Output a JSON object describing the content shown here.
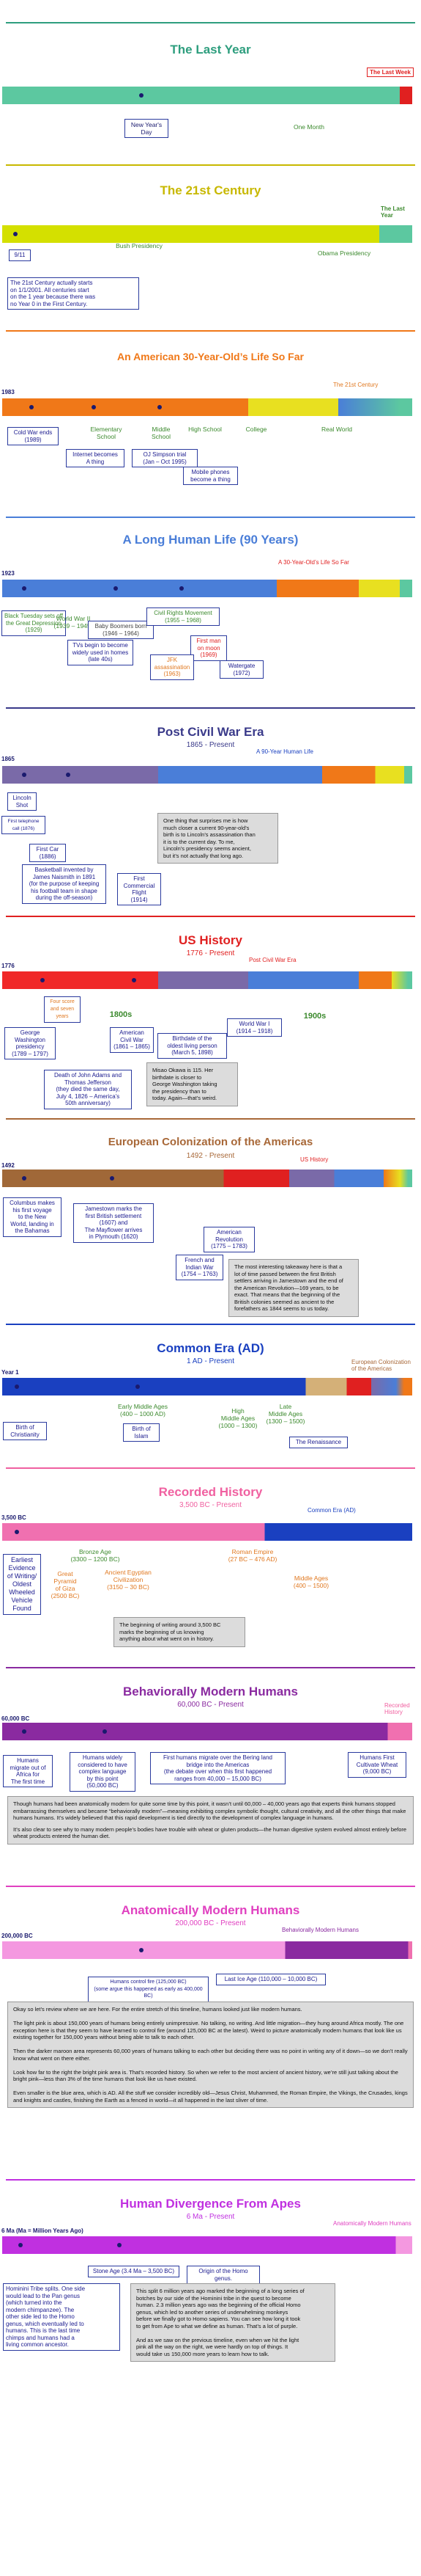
{
  "s1": {
    "title": "The Last Year",
    "tag": "The Last Week",
    "lbl_ny": "New Year's\nDay",
    "lbl_month": "One Month",
    "color": "#2e9e7e"
  },
  "s2": {
    "title": "The 21st Century",
    "tag": "The Last\nYear",
    "bush": "Bush Presidency",
    "obama": "Obama Presidency",
    "lbl_911": "9/11",
    "note": "The 21st Century actually starts\non 1/1/2001. All centuries start\non the 1 year because there was\nno Year 0 in the First Century.",
    "color": "#c8b800"
  },
  "s3": {
    "title": "An American 30-Year-Old’s Life So Far",
    "year": "1983",
    "tag": "The 21st Century",
    "cold": "Cold War ends\n(1989)",
    "internet": "Internet becomes\nA thing",
    "elem": "Elementary\nSchool",
    "middle": "Middle\nSchool",
    "high": "High School",
    "college": "College",
    "real": "Real World",
    "oj": "OJ Simpson trial\n(Jan – Oct 1995)",
    "mobile": "Mobile phones\nbecome a thing",
    "color": "#f07818"
  },
  "s4": {
    "title": "A Long Human Life (90 Years)",
    "year": "1923",
    "tag": "A 30-Year-Old’s Life So Far",
    "bt": "Black Tuesday sets off\nthe Great Depression\n(1929)",
    "ww2": "World War II\n(1939 – 1945)",
    "boomers": "Baby Boomers born\n(1946 – 1964)",
    "tvs": "TVs begin to become\nwidely used in homes\n(late 40s)",
    "crm": "Civil Rights Movement\n(1955 – 1968)",
    "moon": "First man\non moon\n(1969)",
    "jfk": "JFK\nassassination\n(1963)",
    "watergate": "Watergate\n(1972)",
    "color": "#4a7ed8"
  },
  "s5": {
    "title": "Post Civil War Era",
    "sub": "1865 - Present",
    "year": "1865",
    "tag": "A 90-Year Human Life",
    "lincoln": "Lincoln\nShot",
    "phone": "First telephone\ncall (1876)",
    "car": "First Car\n(1886)",
    "bball": "Basketball invented by\nJames Naismith in 1891\n(for the purpose of keeping\nhis football team in shape\nduring the off-season)",
    "comm": "First\nCommercial\nFlight\n(1914)",
    "note": "One thing that surprises me is how\nmuch closer a current 90-year-old’s\nbirth is to Lincoln’s assassination than\nit is to the current day. To me,\nLincoln’s presidency seems ancient,\nbut it’s not actually that long ago.",
    "color": "#3a3a8a"
  },
  "s6": {
    "title": "US History",
    "sub": "1776 - Present",
    "year": "1776",
    "tag": "Post Civil War Era",
    "lbl_four": "Four score\nand seven\nyears",
    "d1800": "1800s",
    "d1900": "1900s",
    "gw": "George\nWashington\npresidency\n(1789 – 1797)",
    "cw": "American\nCivil War\n(1861 – 1865)",
    "bday": "Birthdate of the\noldest living person\n(March 5, 1898)",
    "ww1": "World War I\n(1914 – 1918)",
    "adams": "Death of John Adams and\nThomas Jefferson\n(they died the same day,\nJuly 4, 1826 – America’s\n50th anniversary)",
    "note": "Misao Okawa is 115. Her\nbirthdate is closer to\nGeorge Washington taking\nthe presidency than to\ntoday. Again—that’s weird.",
    "color": "#e02020"
  },
  "s7": {
    "title": "European Colonization of the Americas",
    "sub": "1492 - Present",
    "year": "1492",
    "tag": "US History",
    "columbus": "Columbus makes\nhis first voyage\nto the New\nWorld, landing in\nthe Bahamas",
    "jamestown": "Jamestown marks the\nfirst British settlement\n(1607) and\nThe Mayflower arrives\nin Plymouth (1620)",
    "fiw": "French and\nIndian War\n(1754 – 1763)",
    "rev": "American\nRevolution\n(1775 – 1783)",
    "note": "The most interesting takeaway here is that a\nlot of time passed between the first British\nsettlers arriving in Jamestown and the end of\nthe American Revolution—169 years, to be\nexact. That means that the beginning of the\nBritish colonies seemed as ancient to the\nforefathers as 1844 seems to us today.",
    "color": "#a86838"
  },
  "s8": {
    "title": "Common Era (AD)",
    "sub": "1 AD - Present",
    "year": "Year 1",
    "tag": "European Colonization\nof the Americas",
    "birth": "Birth of\nChristianity",
    "early": "Early Middle Ages\n(400 – 1000 AD)",
    "islam": "Birth of\nIslam",
    "high": "High\nMiddle Ages\n(1000 – 1300)",
    "late": "Late\nMiddle Ages\n(1300 – 1500)",
    "ren": "The Renaissance",
    "color": "#1a40c0"
  },
  "s9": {
    "title": "Recorded History",
    "sub": "3,500 BC - Present",
    "year": "3,500 BC",
    "tag": "Common Era (AD)",
    "earliest": "Earliest\nEvidence\nof Writing/\nOldest\nWheeled\nVehicle\nFound",
    "bronze": "Bronze Age\n(3300 – 1200 BC)",
    "pyramid": "Great\nPyramid\nof Giza\n(2500 BC)",
    "egypt": "Ancient Egyptian\nCivilization\n(3150 – 30 BC)",
    "rome": "Roman Empire\n(27 BC – 476 AD)",
    "middle": "Middle Ages\n(400 – 1500)",
    "note": "The beginning of writing around 3,500 BC\nmarks the beginning of us knowing\nanything about what went on in history.",
    "color": "#f060a0"
  },
  "s10": {
    "title": "Behaviorally Modern Humans",
    "sub": "60,000 BC - Present",
    "year": "60,000 BC",
    "tag": "Recorded\nHistory",
    "migrate": "Humans\nmigrate out of\nAfrica for\nThe first time",
    "language": "Humans widely\nconsidered to have\ncomplex language\nby this point\n(50,000 BC)",
    "bering": "First humans migrate over the Bering land\nbridge into the Americas\n(the debate over when this first happened\nranges from 40,000 – 15,000 BC)",
    "wheat": "Humans First\nCultivate Wheat\n(9,000 BC)",
    "note1": "Though humans had been anatomically modern for quite some time by this point, it wasn’t until 60,000 – 40,000 years ago that experts think humans stopped embarrassing themselves and became “behaviorally modern”—meaning exhibiting complex symbolic thought, cultural creativity, and all the other things that make humans humans. It’s widely believed that this rapid development is tied directly to the development of complex language in humans.",
    "note2": "It’s also clear to see why to many modern people’s bodies have trouble with wheat or gluten products—the human digestive system evolved almost entirely before wheat products entered the human diet.",
    "color": "#8a2aa0"
  },
  "s11": {
    "title": "Anatomically Modern Humans",
    "sub": "200,000 BC - Present",
    "year": "200,000 BC",
    "tag": "Behaviorally Modern Humans",
    "fire": "Humans control fire (125,000 BC)\n(some argue this happened as early as 400,000 BC)",
    "ice": "Last Ice Age (110,000 – 10,000 BC)",
    "note": "Okay so let’s review where we are here. For the entire stretch of this timeline, humans looked just like modern humans.\n\nThe light pink is about 150,000 years of humans being entirely unimpressive. No talking, no writing. And little migration—they hung around Africa mostly. The one exception here is that they seem to have learned to control fire (around 125,000 BC at the latest). Weird to picture anatomically modern humans that look like us existing together for 150,000 years without being able to talk to each other.\n\nThen the darker maroon area represents 60,000 years of humans talking to each other but deciding there was no point in writing any of it down—so we don’t really know what went on there either.\n\nLook how far to the right the bright pink area is. That’s recorded history. So when we refer to the most ancient of ancient history, we’re still just talking about the bright pink—less than 3% of the time humans that look like us have existed.\n\nEven smaller is the blue area, which is AD. All the stuff we consider incredibly old—Jesus Christ, Muhammed, the Roman Empire, the Vikings, the Crusades, kings and knights and castles, finishing the Earth as a fenced in world—it all happened in the last sliver of time.",
    "color": "#e040c0"
  },
  "s12": {
    "title": "Human Divergence From Apes",
    "sub": "6 Ma - Present",
    "year": "6 Ma (Ma = Million Years Ago)",
    "tag": "Anatomically Modern Humans",
    "stone": "Stone Age (3.4 Ma – 3,500 BC)",
    "origin": "Origin of the Homo genus.",
    "trib": "Hominini Tribe splits. One side\nwould lead to the Pan genus\n(which turned into the\nmodern chimpanzee). The\nother side led to the Homo\ngenus, which eventually led to\nhumans. This is the last time\nchimps and humans had a\nliving common ancestor.",
    "note": "This split 6 million years ago marked the beginning of a long series of\nbotches by our side of the Hominini tribe in the quest to become\nhuman. 2.3 million years ago was the beginning of the official Homo\ngenus, which led to another series of underwhelming monkeys\nbefore we finally got to Homo sapiens. You can see how long it took\nto get from Ape to what we define as human. That’s a lot of purple.\n\nAnd as we saw on the previous timeline, even when we hit the light\npink all the way on the right, we were hardly on top of things. It\nwould take us 150,000 more years to learn how to talk.",
    "color": "#c030e0"
  }
}
